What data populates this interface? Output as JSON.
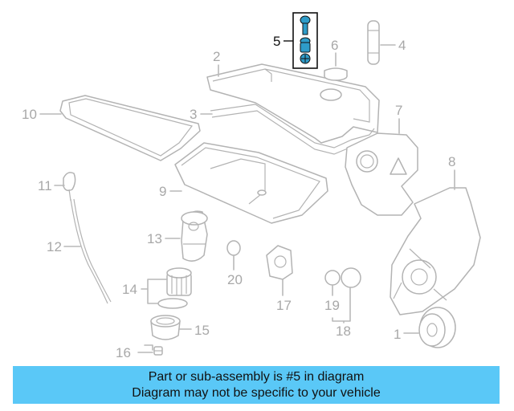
{
  "callouts": {
    "c1": "1",
    "c2": "2",
    "c3": "3",
    "c4": "4",
    "c5": "5",
    "c6": "6",
    "c7": "7",
    "c8": "8",
    "c9": "9",
    "c10": "10",
    "c11": "11",
    "c12": "12",
    "c13": "13",
    "c14": "14",
    "c15": "15",
    "c16": "16",
    "c17": "17",
    "c18": "18",
    "c19": "19",
    "c20": "20"
  },
  "highlight_part": "5",
  "colors": {
    "highlight": "#2e9cc9",
    "banner": "#5ac8f7",
    "part_line": "#b3b3b3"
  },
  "banner": {
    "line1": "Part or sub-assembly is #5 in diagram",
    "line2": "Diagram may not be specific to your vehicle"
  }
}
